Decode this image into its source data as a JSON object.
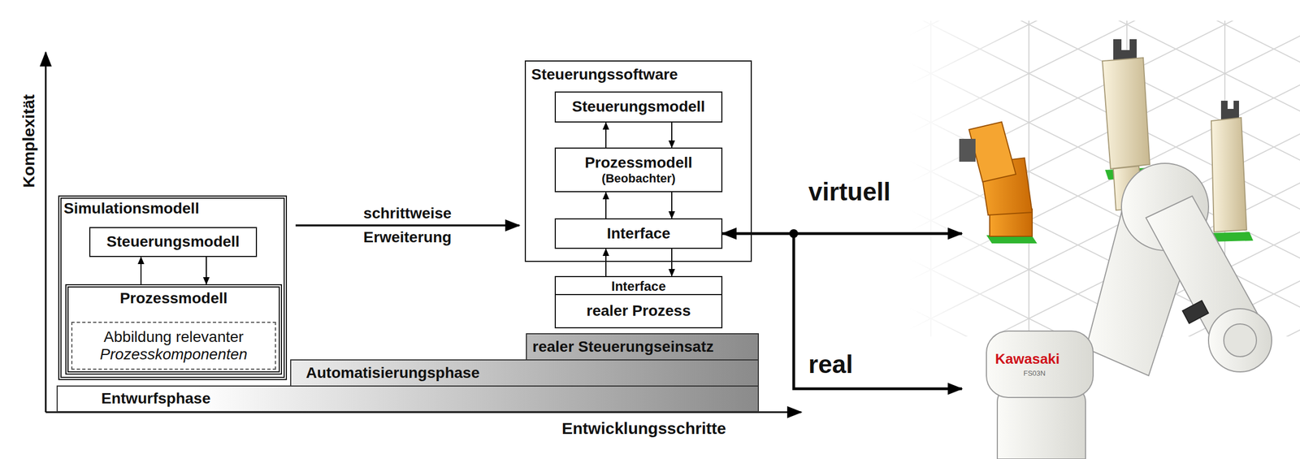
{
  "diagram": {
    "nodes": [
      {
        "text": [
          "Simulationsmodell"
        ]
      },
      {
        "text": [
          "Steuerungsmodell"
        ],
        "in": 0
      },
      {
        "text": [
          "Prozessmodell"
        ],
        "in": 0
      },
      {
        "text": [
          "Abbildung relevanter",
          "Prozesskomponenten"
        ],
        "in": 2
      },
      {
        "text": [
          "Steuerungssoftware"
        ]
      },
      {
        "text": [
          "Steuerungsmodell"
        ],
        "in": 4
      },
      {
        "text": [
          "Prozessmodell",
          "(Beobachter)"
        ],
        "in": 4
      },
      {
        "text": [
          "Interface"
        ],
        "in": 4
      },
      {
        "text": [
          "Interface"
        ]
      },
      {
        "text": [
          "realer Prozess"
        ]
      },
      {
        "text": [
          "realer Steuerungseinsatz"
        ]
      },
      {
        "text": [
          "Automatisierungsphase"
        ]
      },
      {
        "text": [
          "Entwurfsphase"
        ]
      }
    ],
    "edges": [
      {
        "from": 0,
        "to": 4,
        "arrow": "to",
        "label": "schrittweise Erweiterung"
      },
      {
        "from": 2,
        "to": 1,
        "arrow": "to"
      },
      {
        "from": 1,
        "to": 2,
        "arrow": "to"
      },
      {
        "from": 6,
        "to": 5,
        "arrow": "to"
      },
      {
        "from": 5,
        "to": 6,
        "arrow": "to"
      },
      {
        "from": 7,
        "to": 6,
        "arrow": "to"
      },
      {
        "from": 6,
        "to": 7,
        "arrow": "to"
      },
      {
        "from": 8,
        "to": 7,
        "arrow": "to"
      },
      {
        "from": 7,
        "to": 8,
        "arrow": "to"
      }
    ],
    "labels": [
      "Komplexität",
      "Entwicklungsschritte",
      "virtuell",
      "real",
      "Kawasaki",
      "FS03N"
    ]
  }
}
